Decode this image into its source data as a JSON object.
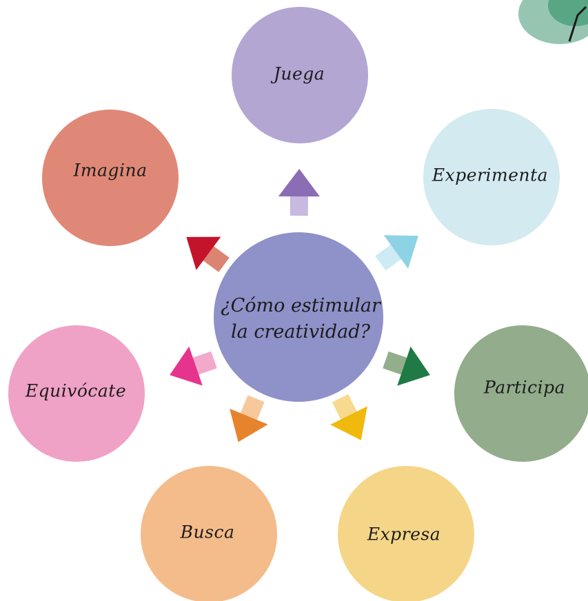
{
  "center": {
    "line1": "¿Cómo estimular",
    "line2": "la creatividad?",
    "color": "#8f91c9"
  },
  "nodes": [
    {
      "label": "Juega",
      "color": "#b3a6d3",
      "arrow": "#8a6db5",
      "arrow_tail": "#c7b9e0"
    },
    {
      "label": "Experimenta",
      "color": "#d3eaf1",
      "arrow": "#8ed2e6",
      "arrow_tail": "#cdebf3"
    },
    {
      "label": "Participa",
      "color": "#92ac8c",
      "arrow": "#1f7a45",
      "arrow_tail": "#93ae8d"
    },
    {
      "label": "Expresa",
      "color": "#f5d688",
      "arrow": "#f0b90d",
      "arrow_tail": "#f7da8d"
    },
    {
      "label": "Busca",
      "color": "#f4bc8a",
      "arrow": "#e8832d",
      "arrow_tail": "#f6c89b"
    },
    {
      "label": "Equivócate",
      "color": "#f0a1c6",
      "arrow": "#e6338d",
      "arrow_tail": "#f3a9cc"
    },
    {
      "label": "Imagina",
      "color": "#df8877",
      "arrow": "#c4142b",
      "arrow_tail": "#dc8472"
    }
  ],
  "corner_decoration_color": "#3f9872"
}
